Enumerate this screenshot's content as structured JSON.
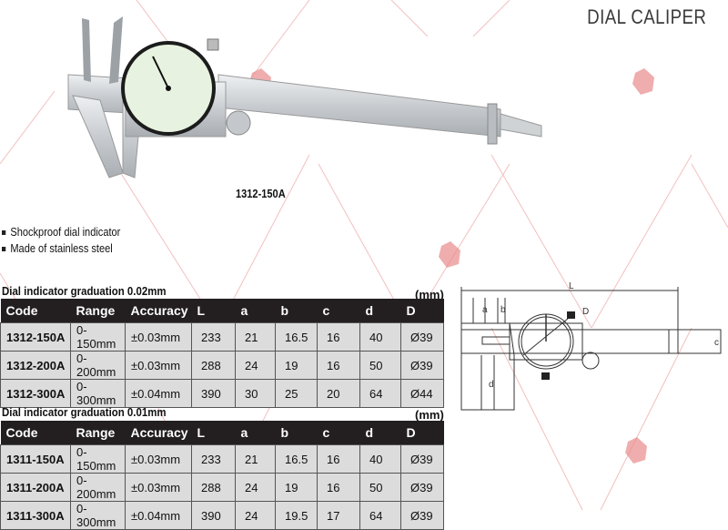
{
  "header": {
    "title": "DIAL CALIPER"
  },
  "product_image": {
    "caption": "1312-150A"
  },
  "features": [
    "Shockproof dial indicator",
    "Made of stainless steel"
  ],
  "tables": [
    {
      "title": "Dial indicator graduation 0.02mm",
      "unit": "(mm)",
      "columns": [
        "Code",
        "Range",
        "Accuracy",
        "L",
        "a",
        "b",
        "c",
        "d",
        "D"
      ],
      "rows": [
        [
          "1312-150A",
          "0-150mm",
          "±0.03mm",
          "233",
          "21",
          "16.5",
          "16",
          "40",
          "Ø39"
        ],
        [
          "1312-200A",
          "0-200mm",
          "±0.03mm",
          "288",
          "24",
          "19",
          "16",
          "50",
          "Ø39"
        ],
        [
          "1312-300A",
          "0-300mm",
          "±0.04mm",
          "390",
          "30",
          "25",
          "20",
          "64",
          "Ø44"
        ]
      ]
    },
    {
      "title": "Dial indicator graduation 0.01mm",
      "unit": "(mm)",
      "columns": [
        "Code",
        "Range",
        "Accuracy",
        "L",
        "a",
        "b",
        "c",
        "d",
        "D"
      ],
      "rows": [
        [
          "1311-150A",
          "0-150mm",
          "±0.03mm",
          "233",
          "21",
          "16.5",
          "16",
          "40",
          "Ø39"
        ],
        [
          "1311-200A",
          "0-200mm",
          "±0.03mm",
          "288",
          "24",
          "19",
          "16",
          "50",
          "Ø39"
        ],
        [
          "1311-300A",
          "0-300mm",
          "±0.04mm",
          "390",
          "24",
          "19.5",
          "17",
          "64",
          "Ø39"
        ]
      ]
    }
  ],
  "diagram": {
    "labels": {
      "L": "L",
      "a": "a",
      "b": "b",
      "c": "c",
      "d": "d",
      "D": "D"
    }
  },
  "colors": {
    "header_bg": "#231f20",
    "cell_bg": "#dcdcdc",
    "watermark": "#e0777a"
  }
}
